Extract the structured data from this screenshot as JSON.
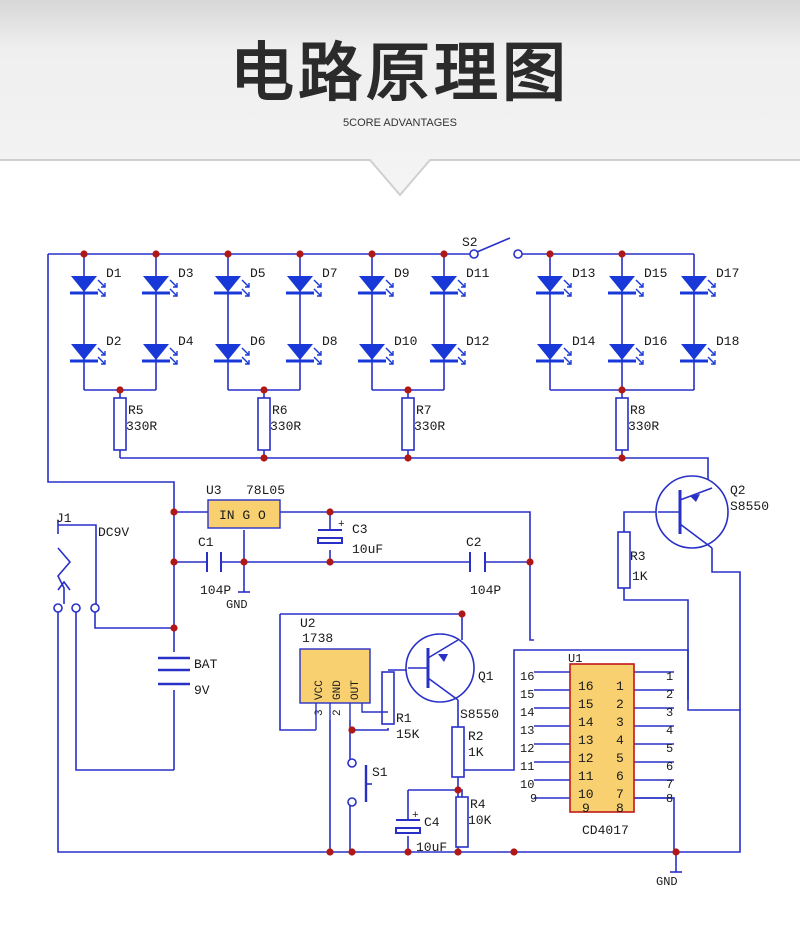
{
  "header": {
    "title": "电路原理图",
    "subtitle": "5CORE ADVANTAGES"
  },
  "colors": {
    "wire": "#2830c8",
    "led": "#1838d8",
    "node": "#b01818",
    "ic": "#f8d070",
    "text": "#1a1a1a"
  },
  "leds": [
    "D1",
    "D2",
    "D3",
    "D4",
    "D5",
    "D6",
    "D7",
    "D8",
    "D9",
    "D10",
    "D11",
    "D12",
    "D13",
    "D14",
    "D15",
    "D16",
    "D17",
    "D18"
  ],
  "resistors": {
    "r5": {
      "name": "R5",
      "value": "330R"
    },
    "r6": {
      "name": "R6",
      "value": "330R"
    },
    "r7": {
      "name": "R7",
      "value": "330R"
    },
    "r8": {
      "name": "R8",
      "value": "330R"
    },
    "r3": {
      "name": "R3",
      "value": "1K"
    },
    "r1": {
      "name": "R1",
      "value": "15K"
    },
    "r2": {
      "name": "R2",
      "value": "1K"
    },
    "r4": {
      "name": "R4",
      "value": "10K"
    }
  },
  "switches": {
    "s2": "S2",
    "s1": "S1"
  },
  "regulator": {
    "ref": "U3",
    "part": "78L05",
    "pins": "IN G O"
  },
  "capacitors": {
    "c1": {
      "name": "C1",
      "value": "104P"
    },
    "c2": {
      "name": "C2",
      "value": "104P"
    },
    "c3": {
      "name": "C3",
      "value": "10uF"
    },
    "c4": {
      "name": "C4",
      "value": "10uF"
    }
  },
  "gnd": "GND",
  "jack": {
    "ref": "J1",
    "value": "DC9V"
  },
  "battery": {
    "name": "BAT",
    "value": "9V"
  },
  "sensor": {
    "ref": "U2",
    "part": "1738",
    "pins": [
      "VCC",
      "GND",
      "OUT"
    ],
    "legs": [
      "3",
      "2"
    ]
  },
  "transistors": {
    "q1": {
      "name": "Q1",
      "part": "S8550"
    },
    "q2": {
      "name": "Q2",
      "part": "S8550"
    }
  },
  "ic": {
    "ref": "U1",
    "part": "CD4017",
    "left_inner": [
      "16",
      "15",
      "14",
      "13",
      "12",
      "11",
      "10",
      "9"
    ],
    "right_inner": [
      "1",
      "2",
      "3",
      "4",
      "5",
      "6",
      "7",
      "8"
    ],
    "left_outer": [
      "16",
      "15",
      "14",
      "13",
      "12",
      "11",
      "10",
      "9"
    ],
    "right_outer": [
      "1",
      "2",
      "3",
      "4",
      "5",
      "6",
      "7",
      "8"
    ]
  }
}
